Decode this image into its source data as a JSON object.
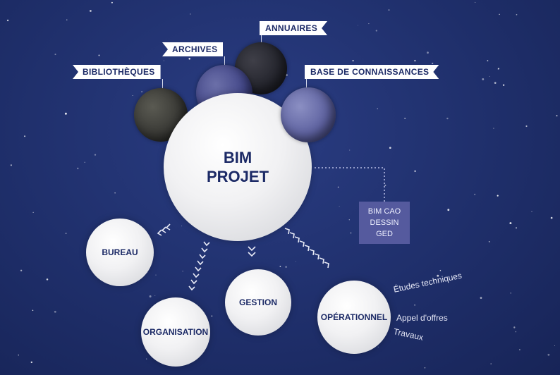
{
  "satellites": {
    "bibliotheques": "BIBLIOTHÈQUES",
    "archives": "ARCHIVES",
    "annuaires": "ANNUAIRES",
    "base": "BASE DE CONNAISSANCES"
  },
  "center": {
    "line1": "BIM",
    "line2": "PROJET"
  },
  "side_box": {
    "line1": "BIM CAO",
    "line2": "DESSIN",
    "line3": "GED"
  },
  "modules": {
    "bureau": "BUREAU",
    "organisation": "ORGANISATION",
    "gestion": "GESTION",
    "operationnel": "OPÉRATIONNEL"
  },
  "operationnel_items": [
    "Études techniques",
    "Appel d'offres",
    "Travaux"
  ],
  "colors": {
    "background": "#1f2f6b",
    "text_dark": "#1c2a66",
    "box": "#555a9e"
  }
}
